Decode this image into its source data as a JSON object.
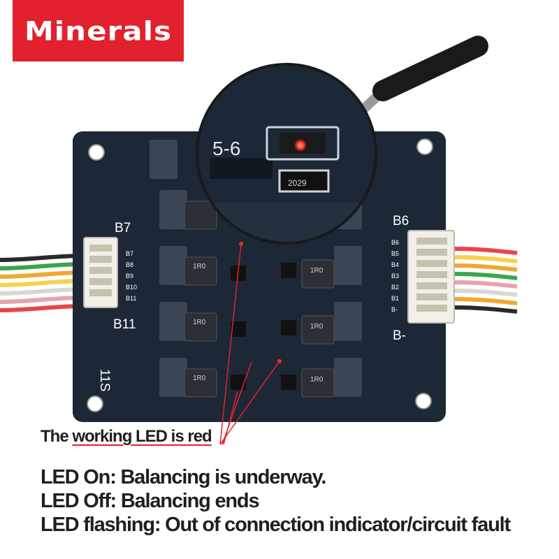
{
  "brand": {
    "name": "Minerals",
    "color": "#e3202e"
  },
  "board": {
    "model_text": "11S",
    "left_connector": {
      "top_label": "B7",
      "bottom_label": "B11",
      "pins": [
        "B7",
        "B8",
        "B9",
        "B10",
        "B11"
      ]
    },
    "right_connector": {
      "top_label": "B6",
      "bottom_label": "B-",
      "pins": [
        "B6",
        "B5",
        "B4",
        "B3",
        "B2",
        "B1",
        "B-"
      ]
    },
    "zoom_label": "5-6",
    "zoom_component": "2029",
    "inductor_mark": "1R0"
  },
  "caption": {
    "prefix": "The ",
    "underlined": "working LED is red"
  },
  "descriptions": {
    "led_on": "LED On: Balancing is underway.",
    "led_off": "LED Off: Balancing ends",
    "led_flashing": "LED flashing: Out of connection indicator/circuit fault"
  },
  "colors": {
    "board": "#1c2836",
    "led": "#ff2a1a",
    "annotation": "#e3202e",
    "wire_colors": [
      "#2a2a2a",
      "#3aa64a",
      "#f0a830",
      "#f6d24a",
      "#d7d7d7",
      "#e8a2b0",
      "#e8454a"
    ]
  }
}
